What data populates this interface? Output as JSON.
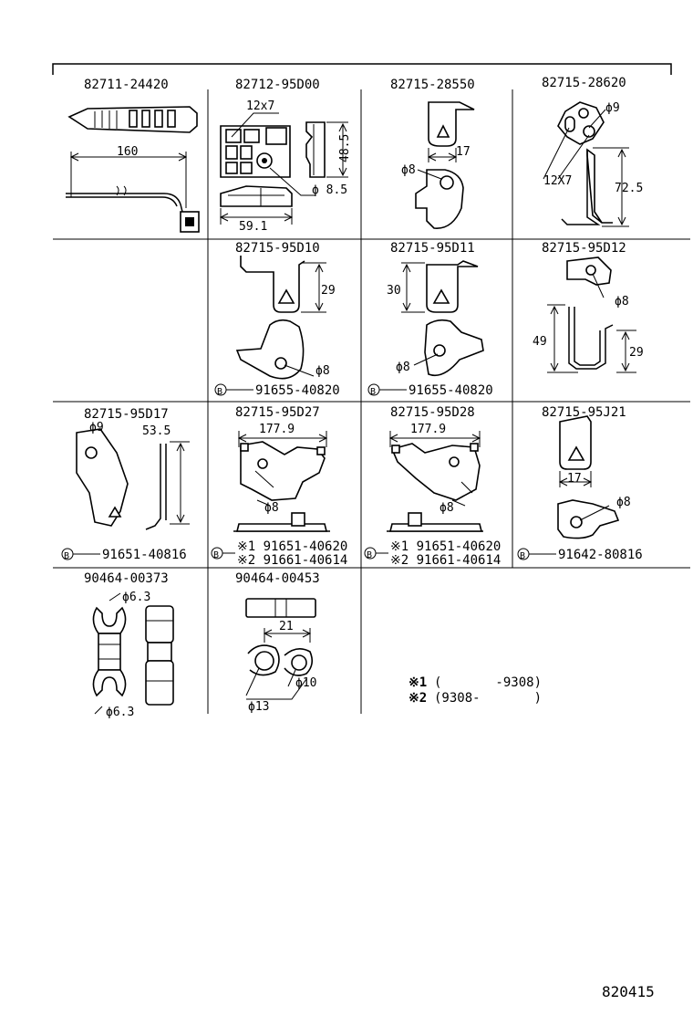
{
  "parts": [
    {
      "id": "82711-24420",
      "dims": [
        "160"
      ]
    },
    {
      "id": "82712-95D00",
      "dims": [
        "12x7",
        "48.5",
        "ϕ 8.5",
        "59.1"
      ]
    },
    {
      "id": "82715-28550",
      "dims": [
        "17",
        "ϕ8"
      ]
    },
    {
      "id": "82715-28620",
      "dims": [
        "ϕ9",
        "12X7",
        "72.5"
      ]
    },
    {
      "id": "82715-95D10",
      "dims": [
        "29",
        "ϕ8"
      ],
      "callout": {
        "symbol": "B",
        "part": "91655-40820"
      }
    },
    {
      "id": "82715-95D11",
      "dims": [
        "30",
        "ϕ8"
      ],
      "callout": {
        "symbol": "B",
        "part": "91655-40820"
      }
    },
    {
      "id": "82715-95D12",
      "dims": [
        "ϕ8",
        "49",
        "29"
      ]
    },
    {
      "id": "82715-95D17",
      "dims": [
        "ϕ9",
        "53.5"
      ],
      "callout": {
        "symbol": "B",
        "part": "91651-40816"
      }
    },
    {
      "id": "82715-95D27",
      "dims": [
        "177.9",
        "ϕ8"
      ],
      "callout": {
        "symbol": "B",
        "lines": [
          "※1 91651-40620",
          "※2 91661-40614"
        ]
      }
    },
    {
      "id": "82715-95D28",
      "dims": [
        "177.9",
        "ϕ8"
      ],
      "callout": {
        "symbol": "B",
        "lines": [
          "※1 91651-40620",
          "※2 91661-40614"
        ]
      }
    },
    {
      "id": "82715-95J21",
      "dims": [
        "17",
        "ϕ8"
      ],
      "callout": {
        "symbol": "B",
        "part": "91642-80816"
      }
    },
    {
      "id": "90464-00373",
      "dims": [
        "ϕ6.3",
        "ϕ6.3"
      ]
    },
    {
      "id": "90464-00453",
      "dims": [
        "21",
        "ϕ10",
        "ϕ13"
      ]
    }
  ],
  "notes": [
    {
      "mark": "※1",
      "text": "(       -9308)"
    },
    {
      "mark": "※2",
      "text": "(9308-       )"
    }
  ],
  "page_code": "820415"
}
